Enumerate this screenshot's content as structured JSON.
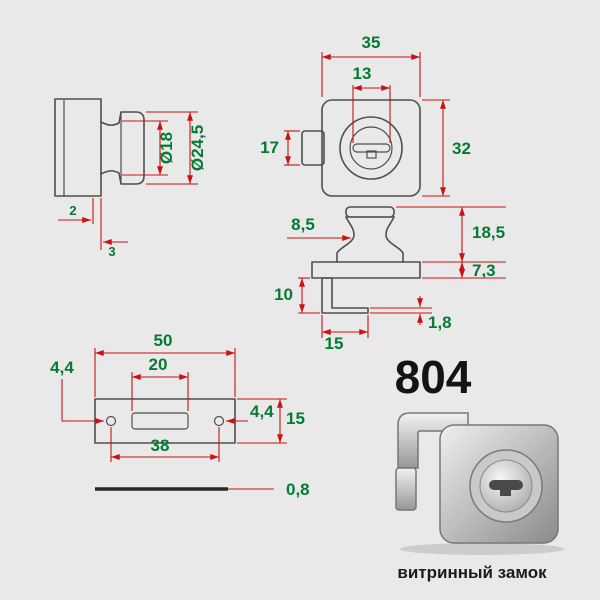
{
  "product": {
    "model": "804",
    "caption": "витринный замок"
  },
  "dims": {
    "side": {
      "neck_d": "Ø18",
      "flange_d": "Ø24,5",
      "offset_a": "2",
      "offset_b": "3"
    },
    "front": {
      "width": "35",
      "keyhole": "13",
      "latch": "17",
      "height": "32"
    },
    "profile": {
      "neck_h": "8,5",
      "total_h": "18,5",
      "plate_t": "7,3",
      "hook_drop": "10",
      "foot_len": "15",
      "foot_t": "1,8"
    },
    "plate": {
      "width": "50",
      "slot": "20",
      "hole_left": "4,4",
      "hole_right": "4,4",
      "height": "15",
      "span": "38"
    },
    "shim": {
      "thickness": "0,8"
    }
  },
  "colors": {
    "background": "#e9e9e9",
    "dimension_line": "#cc1111",
    "dimension_text": "#067a33",
    "drawing_outline": "#4f4f4f"
  }
}
